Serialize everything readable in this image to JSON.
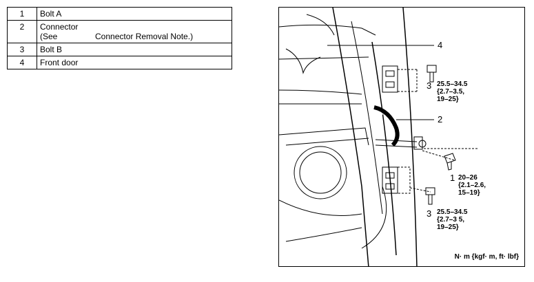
{
  "parts": [
    {
      "num": "1",
      "name": "Bolt A"
    },
    {
      "num": "2",
      "name": "Connector",
      "sub_prefix": "(See",
      "sub_text": "Connector Removal Note.)"
    },
    {
      "num": "3",
      "name": "Bolt B"
    },
    {
      "num": "4",
      "name": "Front door"
    }
  ],
  "figure": {
    "callouts": {
      "label_4": "4",
      "label_2": "2",
      "label_1": "1",
      "label_3_top": "3",
      "label_3_bottom": "3",
      "torque_top": [
        "25.5–34.5",
        "{2.7–3.5,",
        "19–25}"
      ],
      "torque_mid": [
        "20–26",
        "{2.1–2.6,",
        "15–19}"
      ],
      "torque_bottom": [
        "25.5–34.5",
        "{2.7–3 5,",
        "19–25}"
      ]
    },
    "units": "N· m  {kgf· m,  ft· lbf}"
  }
}
